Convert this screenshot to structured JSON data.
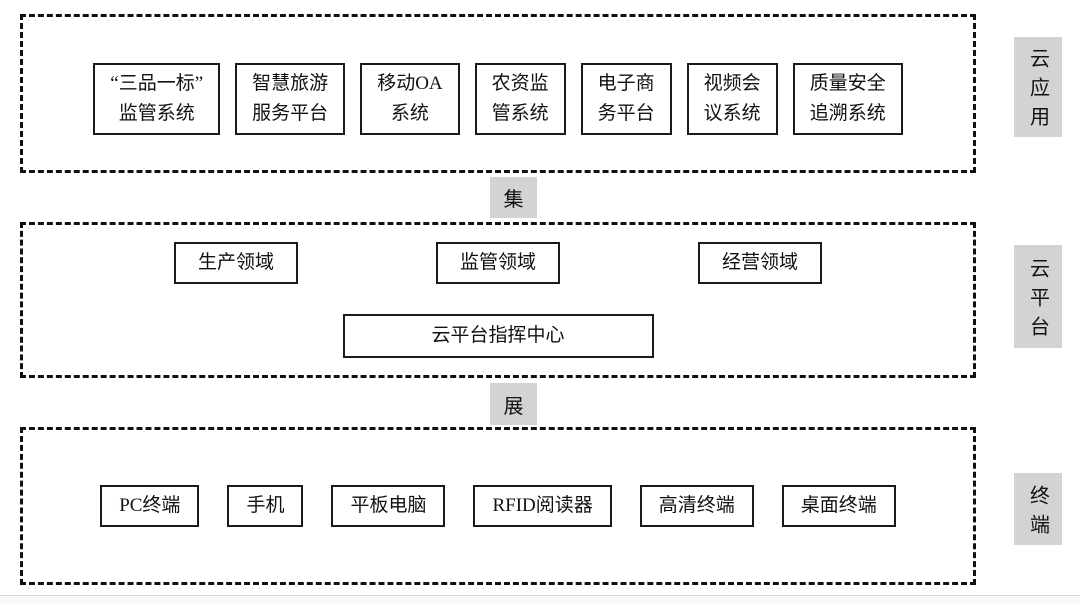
{
  "diagram": {
    "layers": [
      {
        "name": "cloud-application",
        "side_label": "云应用",
        "boxes": [
          "“三品一标”\n监管系统",
          "智慧旅游\n服务平台",
          "移动OA\n系统",
          "农资监\n管系统",
          "电子商\n务平台",
          "视频会\n议系统",
          "质量安全\n追溯系统"
        ]
      },
      {
        "name": "cloud-platform",
        "side_label": "云平台",
        "domain_boxes": [
          "生产领域",
          "监管领域",
          "经营领域"
        ],
        "center_box": "云平台指挥中心"
      },
      {
        "name": "terminal",
        "side_label": "终端",
        "boxes": [
          "PC终端",
          "手机",
          "平板电脑",
          "RFID阅读器",
          "高清终端",
          "桌面终端"
        ]
      }
    ],
    "connectors": [
      "集",
      "展"
    ],
    "colors": {
      "label_bg": "#d3d3d3",
      "line": "#1a1a1a",
      "box_bg": "#ffffff"
    }
  }
}
